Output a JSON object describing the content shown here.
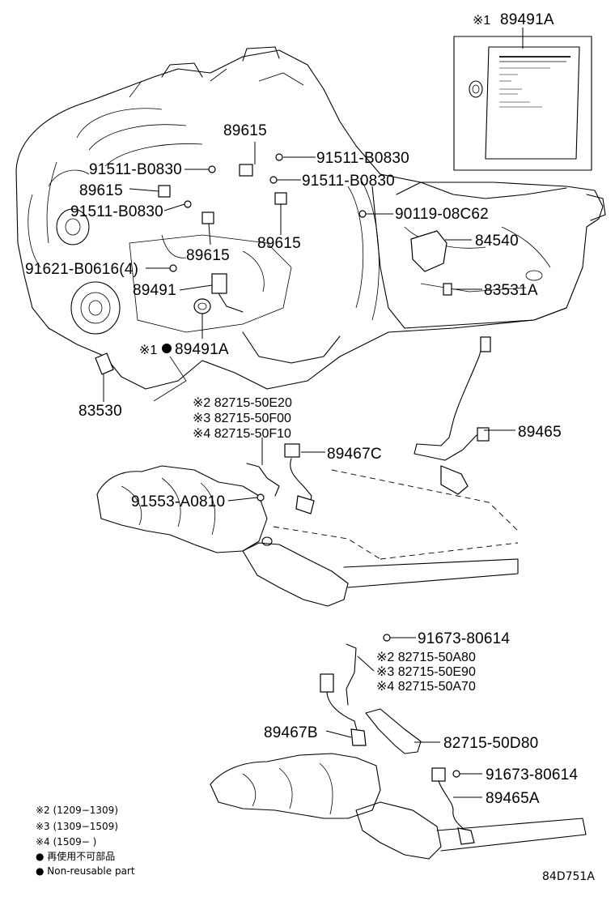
{
  "diagram_id": "84D751A",
  "inset": {
    "mark": "※1",
    "part": "89491A"
  },
  "labels": {
    "p89615_a": "89615",
    "p91511_r1": "91511-B0830",
    "p91511_l1": "91511-B0830",
    "p91511_r2": "91511-B0830",
    "p89615_b": "89615",
    "p91511_l2": "91511-B0830",
    "p90119": "90119-08C62",
    "p89615_c": "89615",
    "p89615_d": "89615",
    "p84540": "84540",
    "p91621": "91621-B0616(4)",
    "p89491": "89491",
    "p83531a": "83531A",
    "p89491a_mark": "※1",
    "p89491a": "89491A",
    "p83530": "83530",
    "p82715_e20": "※2 82715-50E20",
    "p82715_f00": "※3 82715-50F00",
    "p82715_f10": "※4 82715-50F10",
    "p89465": "89465",
    "p89467c": "89467C",
    "p91553": "91553-A0810",
    "p91673_a": "91673-80614",
    "p82715_a80": "※2 82715-50A80",
    "p82715_e90": "※3 82715-50E90",
    "p82715_a70": "※4 82715-50A70",
    "p89467b": "89467B",
    "p82715_d80": "82715-50D80",
    "p91673_b": "91673-80614",
    "p89465a": "89465A"
  },
  "legend": [
    "※2 (1209−1309)",
    "※3 (1309−1509)",
    "※4 (1509−      )",
    "● 再使用不可部品",
    "● Non-reusable part"
  ]
}
